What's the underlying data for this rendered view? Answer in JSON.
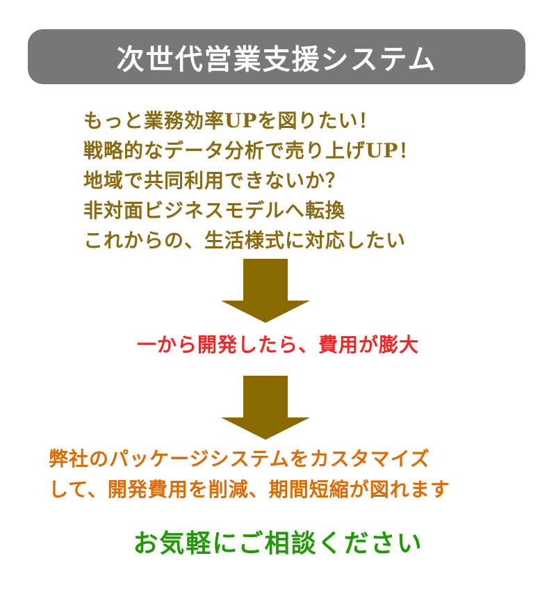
{
  "title": "次世代営業支援システム",
  "goals": [
    "もっと業務効率UPを図りたい！",
    "戦略的なデータ分析で売り上げUP！",
    "地域で共同利用できないか？",
    "非対面ビジネスモデルへ転換",
    "これからの、生活様式に対応したい"
  ],
  "problem": "一から開発したら、費用が膨大",
  "solution": [
    "弊社のパッケージシステムをカスタマイズ",
    "して、開発費用を削減、期間短縮が図れます"
  ],
  "cta": "お気軽にご相談ください",
  "colors": {
    "banner": "#777777",
    "goals": "#8a6a0f",
    "arrow": "#8a6a00",
    "problem": "#ff1f1f",
    "solution": "#e06a00",
    "cta": "#1f9a00"
  }
}
